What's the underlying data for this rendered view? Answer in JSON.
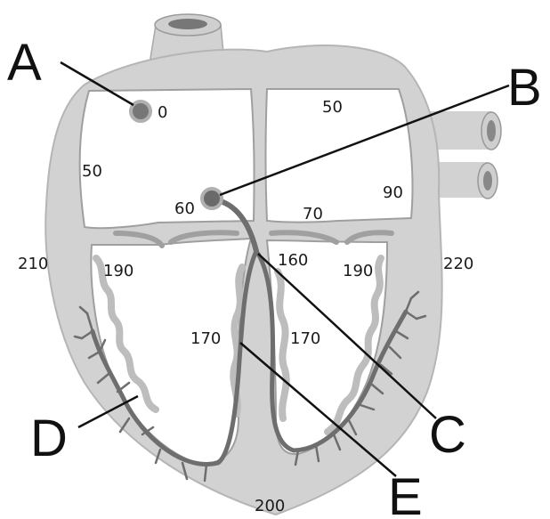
{
  "labels": {
    "A": "A",
    "B": "B",
    "C": "C",
    "D": "D",
    "E": "E"
  },
  "values": {
    "sa_node": "0",
    "right_atrium_upper": "50",
    "left_atrium_upper": "50",
    "av_node": "60",
    "left_atrium_lower": "90",
    "septum_upper": "70",
    "right_ventricle_wall": "210",
    "right_ventricle_inner": "190",
    "bundle": "160",
    "left_ventricle_inner": "190",
    "left_ventricle_wall": "220",
    "septum_left": "170",
    "septum_right": "170",
    "apex": "200"
  },
  "colors": {
    "heart_fill": "#d2d2d2",
    "chamber_fill": "#ffffff",
    "conduction": "#6e6e6e",
    "outline": "#999999",
    "pointer": "#111111"
  }
}
